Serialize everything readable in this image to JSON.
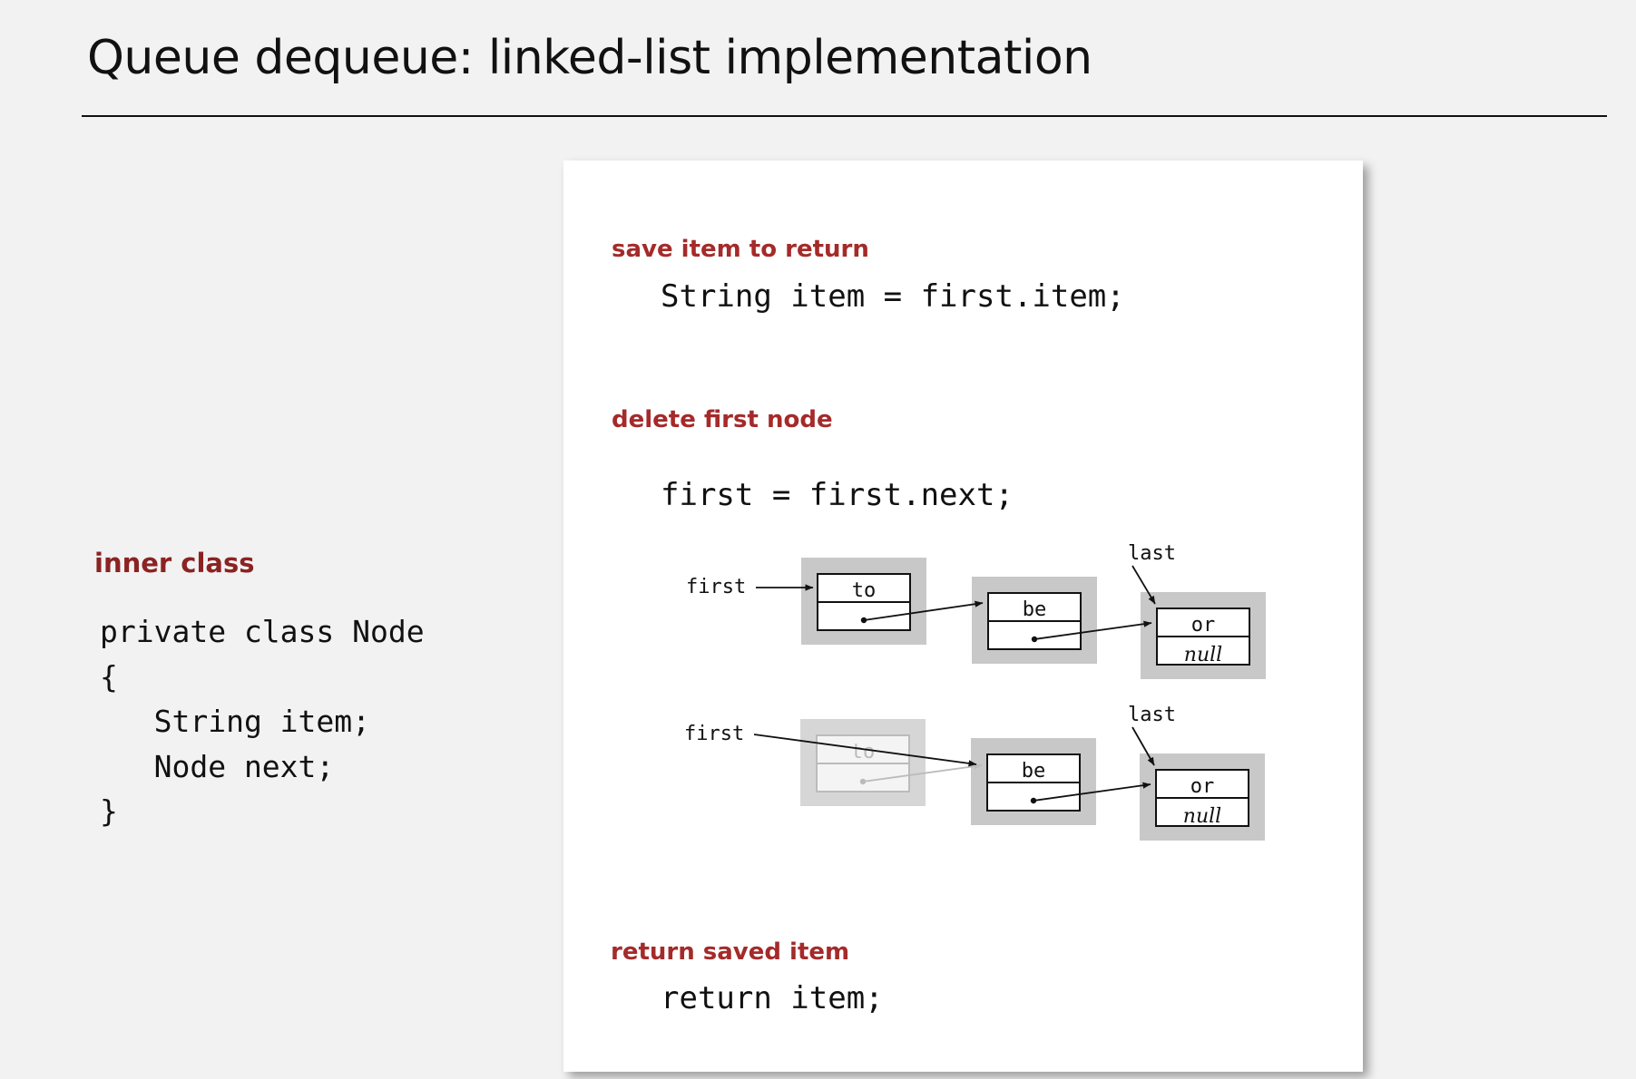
{
  "slide": {
    "title": "Queue dequeue:  linked-list implementation"
  },
  "inner_class": {
    "label": "inner class",
    "code": "private class Node\n{\n   String item;\n   Node next;\n}"
  },
  "steps": [
    {
      "label": "save item to return",
      "code": "String item = first.item;"
    },
    {
      "label": "delete first node",
      "code": "first = first.next;"
    },
    {
      "label": "return saved item",
      "code": "return item;"
    }
  ],
  "diagram": {
    "before": {
      "first_label": "first",
      "last_label": "last",
      "nodes": [
        {
          "item": "to",
          "next": ""
        },
        {
          "item": "be",
          "next": ""
        },
        {
          "item": "or",
          "next": "null"
        }
      ]
    },
    "after": {
      "first_label": "first",
      "last_label": "last",
      "nodes": [
        {
          "item": "to",
          "next": "",
          "removed": true
        },
        {
          "item": "be",
          "next": ""
        },
        {
          "item": "or",
          "next": "null"
        }
      ]
    }
  },
  "colors": {
    "accent_red": "#a52a2a",
    "inner_class_red": "#8b2323",
    "node_shadow": "#c8c8c8",
    "removed_gray": "#bbbbbb"
  }
}
